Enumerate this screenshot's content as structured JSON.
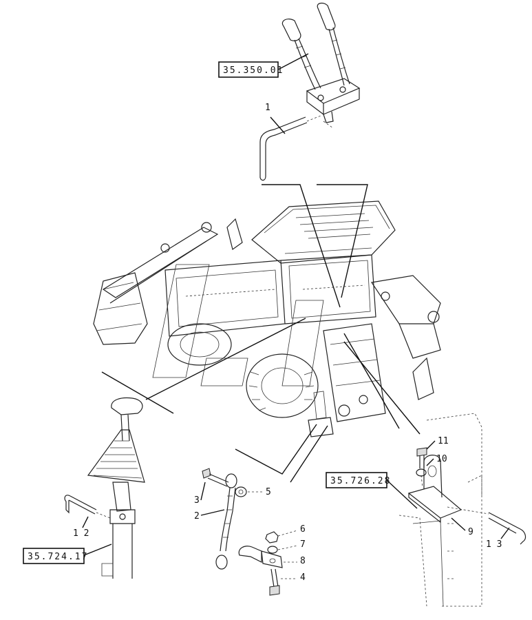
{
  "references": {
    "top": "35.350.01",
    "right": "35.726.28",
    "left": "35.724.17"
  },
  "callouts": {
    "c1": "1",
    "c2": "2",
    "c3": "3",
    "c4": "4",
    "c5": "5",
    "c6": "6",
    "c7": "7",
    "c8": "8",
    "c9": "9",
    "c10": "10",
    "c11": "11",
    "c12": "1 2",
    "c13": "1 3"
  }
}
